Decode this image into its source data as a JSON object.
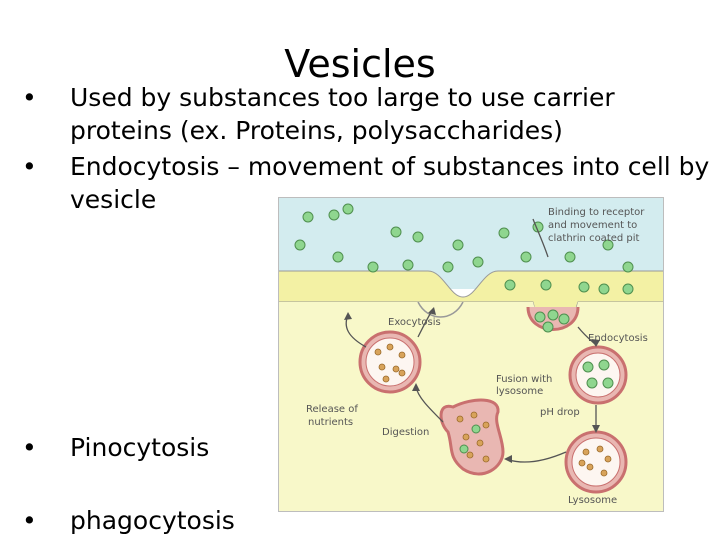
{
  "slide": {
    "title": "Vesicles",
    "bullet_char": "•",
    "bullets": [
      "Used by substances too large to use carrier proteins (ex. Proteins, polysaccharides)",
      "Endocytosis – movement of substances into cell by vesicle",
      "Pinocytosis",
      "phagocytosis"
    ]
  },
  "diagram": {
    "labels": {
      "binding_line1": "Binding to receptor",
      "binding_line2": "and movement to",
      "binding_line3": "clathrin coated pit",
      "exocytosis": "Exocytosis",
      "endocytosis": "Endocytosis",
      "fusion_line1": "Fusion with",
      "fusion_line2": "lysosome",
      "release_line1": "Release of",
      "release_line2": "nutrients",
      "ph_drop": "pH drop",
      "digestion": "Digestion",
      "lysosome": "Lysosome"
    },
    "colors": {
      "outside_blue": "#d3ecef",
      "membrane_yellow": "#f3f1a4",
      "cytoplasm": "#f8f8c9",
      "vesicle_pink": "#e9b7b2",
      "vesicle_membrane": "#c9706f",
      "particle_green": "#8fd68f",
      "particle_tan": "#d8a35a"
    }
  }
}
